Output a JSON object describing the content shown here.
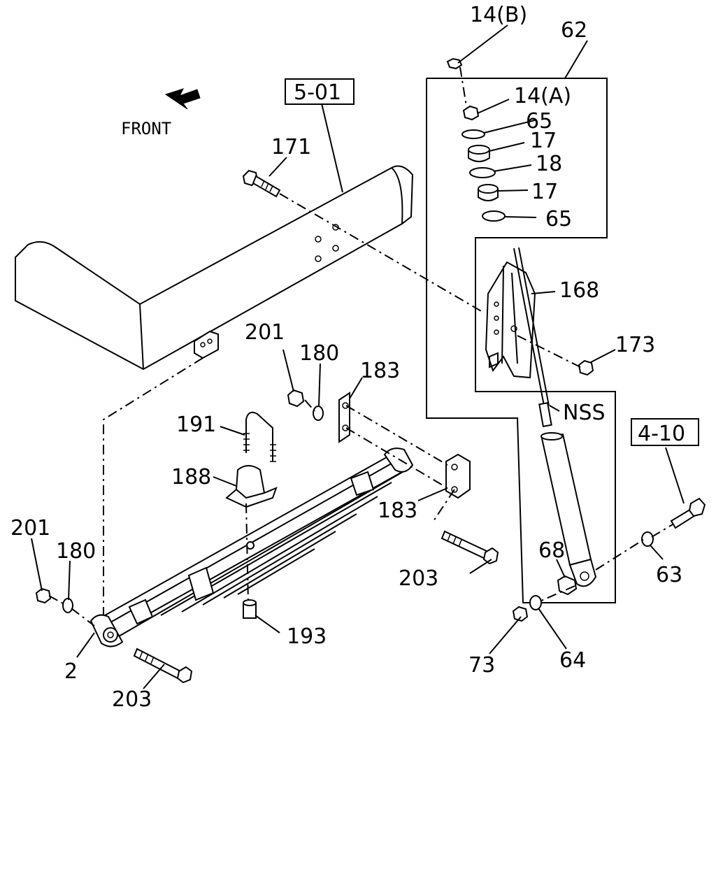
{
  "diagram": {
    "front_label": "FRONT",
    "refs": [
      {
        "id": "ref-5-01",
        "text": "5-01"
      },
      {
        "id": "ref-4-10",
        "text": "4-10"
      }
    ],
    "callouts": [
      {
        "id": "c-14b",
        "text": "14(B)"
      },
      {
        "id": "c-62",
        "text": "62"
      },
      {
        "id": "c-14a",
        "text": "14(A)"
      },
      {
        "id": "c-65a",
        "text": "65"
      },
      {
        "id": "c-17a",
        "text": "17"
      },
      {
        "id": "c-18",
        "text": "18"
      },
      {
        "id": "c-17b",
        "text": "17"
      },
      {
        "id": "c-65b",
        "text": "65"
      },
      {
        "id": "c-171",
        "text": "171"
      },
      {
        "id": "c-168",
        "text": "168"
      },
      {
        "id": "c-173",
        "text": "173"
      },
      {
        "id": "c-201a",
        "text": "201"
      },
      {
        "id": "c-180a",
        "text": "180"
      },
      {
        "id": "c-183a",
        "text": "183"
      },
      {
        "id": "c-nss",
        "text": "NSS"
      },
      {
        "id": "c-191",
        "text": "191"
      },
      {
        "id": "c-188",
        "text": "188"
      },
      {
        "id": "c-183b",
        "text": "183"
      },
      {
        "id": "c-201b",
        "text": "201"
      },
      {
        "id": "c-180b",
        "text": "180"
      },
      {
        "id": "c-68",
        "text": "68"
      },
      {
        "id": "c-63",
        "text": "63"
      },
      {
        "id": "c-203a",
        "text": "203"
      },
      {
        "id": "c-193",
        "text": "193"
      },
      {
        "id": "c-2",
        "text": "2"
      },
      {
        "id": "c-73",
        "text": "73"
      },
      {
        "id": "c-64",
        "text": "64"
      },
      {
        "id": "c-203b",
        "text": "203"
      }
    ]
  }
}
